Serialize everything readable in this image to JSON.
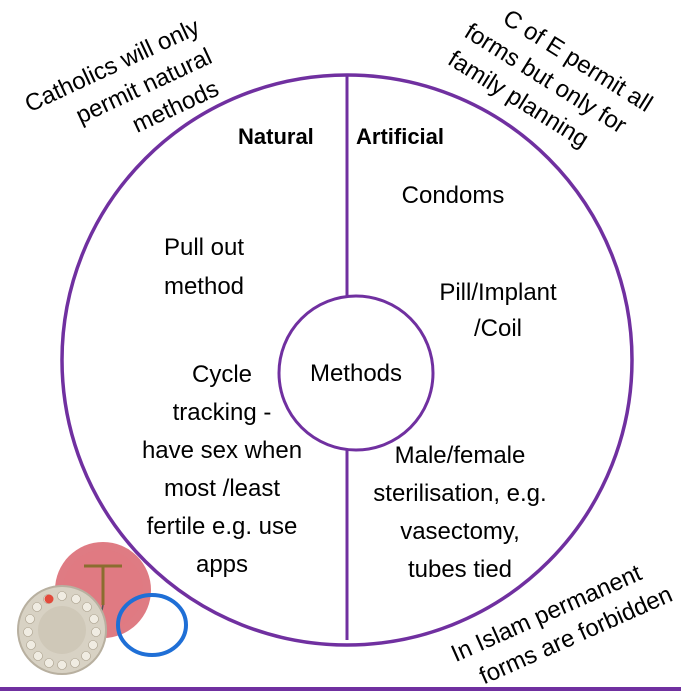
{
  "center_label": "Methods",
  "halves": {
    "natural": {
      "heading": "Natural",
      "items": [
        [
          "Pull out",
          "method"
        ],
        [
          "Cycle",
          "tracking -",
          "have sex when",
          "most /least",
          "fertile e.g. use",
          "apps"
        ]
      ]
    },
    "artificial": {
      "heading": "Artificial",
      "items": [
        [
          "Condoms"
        ],
        [
          "Pill/Implant",
          "/Coil"
        ],
        [
          "Male/female",
          "sterilisation, e.g.",
          "vasectomy,",
          "tubes tied"
        ]
      ]
    }
  },
  "notes": {
    "catholic": [
      "Catholics will only",
      "permit natural",
      "methods"
    ],
    "cofe": [
      "C of E permit all",
      "forms but only for",
      "family planning"
    ],
    "islam": [
      "In Islam permanent",
      "forms are forbidden"
    ]
  },
  "colors": {
    "circle_stroke": "#7030a0",
    "bottom_rule": "#7030a0",
    "text": "#000000"
  },
  "images": {
    "contraceptives_photo": "pill pack, IUD and ring illustration"
  }
}
